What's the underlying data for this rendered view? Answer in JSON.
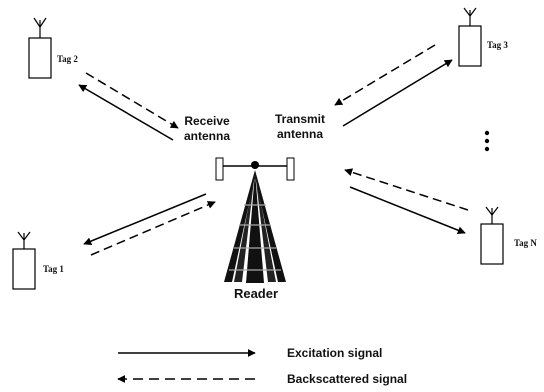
{
  "labels": {
    "receive_antenna_line1": "Receive",
    "receive_antenna_line2": "antenna",
    "transmit_antenna_line1": "Transmit",
    "transmit_antenna_line2": "antenna",
    "reader": "Reader"
  },
  "tags": {
    "tag1": "Tag 1",
    "tag2": "Tag 2",
    "tag3": "Tag 3",
    "tagN": "Tag N"
  },
  "legend": {
    "excitation": "Excitation signal",
    "backscattered": "Backscattered signal"
  },
  "ellipsis_icon": "vertical-dots-icon",
  "colors": {
    "stroke": "#000000",
    "background": "#ffffff"
  }
}
